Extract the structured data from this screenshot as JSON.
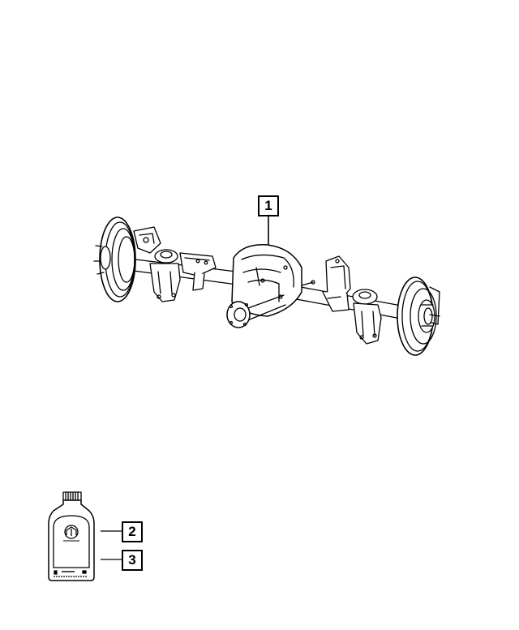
{
  "diagram": {
    "type": "parts-illustration",
    "callouts": [
      {
        "id": "1",
        "label": "1",
        "target": "rear axle assembly"
      },
      {
        "id": "2",
        "label": "2",
        "target": "fluid bottle"
      },
      {
        "id": "3",
        "label": "3",
        "target": "fluid bottle"
      }
    ],
    "colors": {
      "line": "#000000",
      "background": "#ffffff"
    }
  }
}
